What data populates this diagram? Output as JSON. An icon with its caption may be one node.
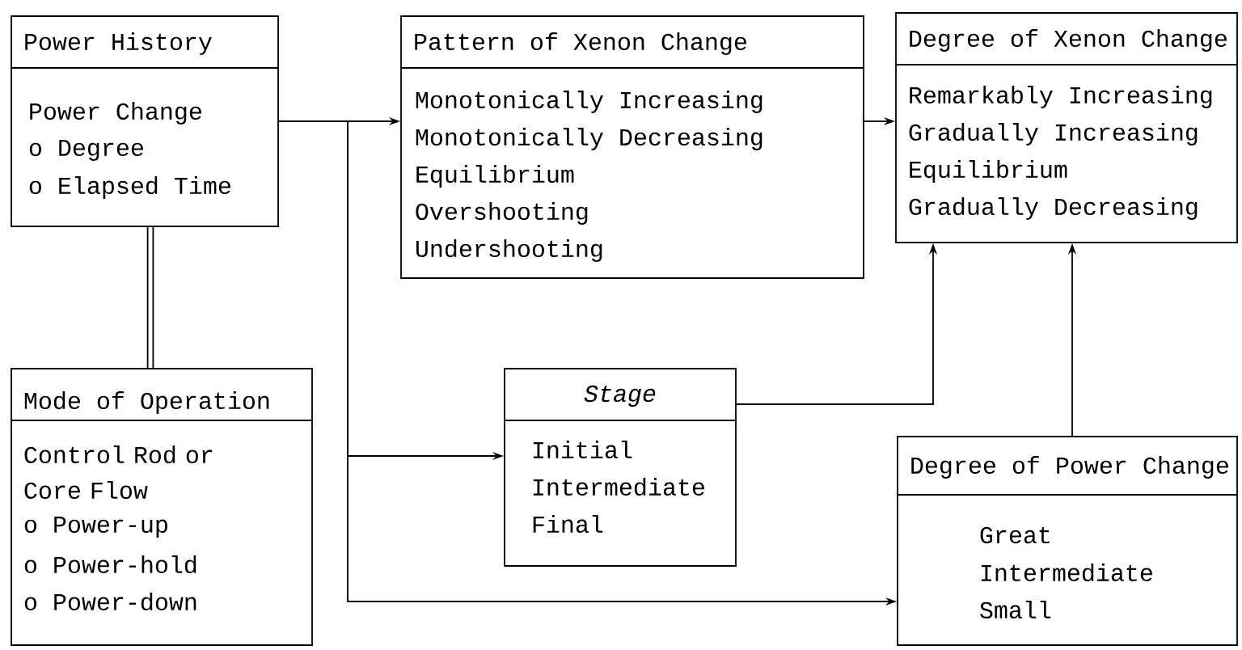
{
  "diagram": {
    "nodes": [
      {
        "text": [
          "Power History",
          "Power Change",
          "o Degree",
          "o Elapsed Time"
        ]
      },
      {
        "text": [
          "Pattern of Xenon Change",
          "Monotonically Increasing",
          "Monotonically Decreasing",
          "Equilibrium",
          "Overshooting",
          "Undershooting"
        ]
      },
      {
        "text": [
          "Degree of Xenon Change",
          "Remarkably Increasing",
          "Gradually Increasing",
          "Equilibrium",
          "Gradually Decreasing"
        ]
      },
      {
        "text": [
          "Mode of Operation",
          "Control Rod or Core Flow",
          "o Power-up",
          "o Power-hold",
          "o Power-down"
        ]
      },
      {
        "text": [
          "Stage",
          "Initial",
          "Intermediate",
          "Final"
        ]
      },
      {
        "text": [
          "Degree of Power Change",
          "Great",
          "Intermediate",
          "Small"
        ]
      }
    ],
    "edges": [
      {
        "from": 0,
        "to": 1,
        "arrow": "to"
      },
      {
        "from": 0,
        "to": 4,
        "arrow": "to"
      },
      {
        "from": 0,
        "to": 5,
        "arrow": "to"
      },
      {
        "from": 1,
        "to": 2,
        "arrow": "to"
      },
      {
        "from": 4,
        "to": 2,
        "arrow": "to"
      },
      {
        "from": 5,
        "to": 2,
        "arrow": "to"
      },
      {
        "from": 0,
        "to": 3,
        "arrow": "none",
        "style": "thick"
      }
    ]
  }
}
